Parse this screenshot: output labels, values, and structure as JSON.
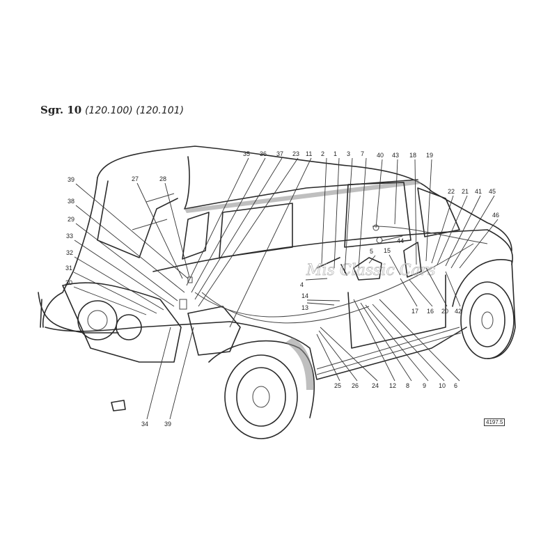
{
  "header": {
    "group": "Sgr. 10",
    "codes": "(120.100) (120.101)"
  },
  "figure_ref": "4197.5",
  "watermark": "Mis Classic Cars",
  "callouts": [
    "35",
    "36",
    "37",
    "23",
    "11",
    "2",
    "1",
    "3",
    "7",
    "40",
    "43",
    "18",
    "19",
    "22",
    "21",
    "41",
    "45",
    "46",
    "44",
    "39",
    "27",
    "28",
    "38",
    "29",
    "33",
    "32",
    "31",
    "30",
    "5",
    "15",
    "4",
    "14",
    "13",
    "17",
    "16",
    "20",
    "42",
    "25",
    "26",
    "24",
    "12",
    "8",
    "9",
    "10",
    "6",
    "34",
    "39"
  ]
}
